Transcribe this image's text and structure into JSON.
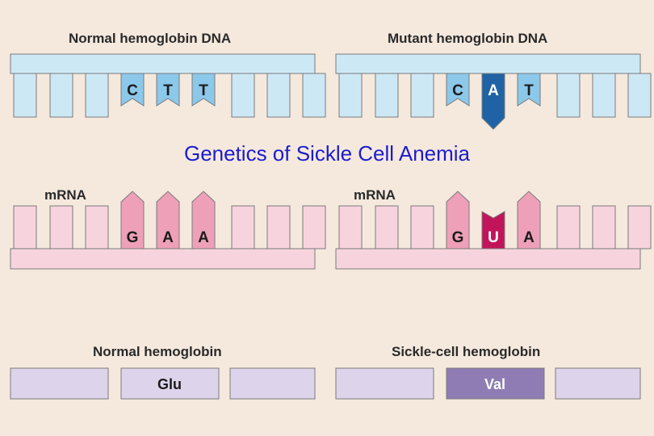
{
  "title": "Genetics of Sickle Cell Anemia",
  "panels": {
    "normal_dna": {
      "label": "Normal hemoglobin DNA",
      "bases": [
        "C",
        "T",
        "T"
      ]
    },
    "mutant_dna": {
      "label": "Mutant hemoglobin DNA",
      "bases": [
        "C",
        "A",
        "T"
      ],
      "mutated_index": 1
    },
    "normal_mrna": {
      "label": "mRNA",
      "bases": [
        "G",
        "A",
        "A"
      ]
    },
    "mutant_mrna": {
      "label": "mRNA",
      "bases": [
        "G",
        "U",
        "A"
      ],
      "mutated_index": 1
    },
    "normal_protein": {
      "label": "Normal hemoglobin",
      "amino_acid": "Glu"
    },
    "sickle_protein": {
      "label": "Sickle-cell hemoglobin",
      "amino_acid": "Val"
    }
  },
  "colors": {
    "background": "#f5e9de",
    "dna_backbone": "#cde8f5",
    "dna_base_normal": "#8cc8ea",
    "dna_base_mutant": "#1f63a6",
    "mrna_backbone": "#f7d4dd",
    "mrna_base_normal": "#eea0b8",
    "mrna_base_mutant": "#c2145a",
    "protein_segment": "#ddd4ec",
    "protein_mutant": "#8f7cb4",
    "title": "#1c1ccc"
  }
}
